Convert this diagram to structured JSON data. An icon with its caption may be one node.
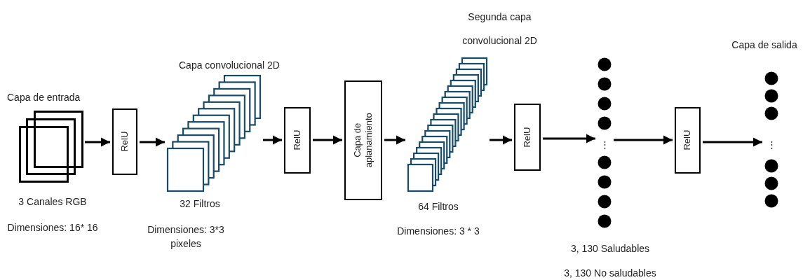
{
  "diagram": {
    "nodes": [
      {
        "text": [
          "Capa de entrada"
        ],
        "beside": [
          "3 Canales RGB",
          "Dimensiones: 16* 16"
        ]
      },
      {
        "text": [
          "RelU"
        ]
      },
      {
        "text": [
          "Capa convolucional 2D"
        ],
        "beside": [
          "32 Filtros",
          "Dimensiones: 3*3 pixeles"
        ]
      },
      {
        "text": [
          "RelU"
        ]
      },
      {
        "text": [
          "Capa de aplanamiento"
        ]
      },
      {
        "text": [
          "Segunda capa convolucional 2D"
        ],
        "beside": [
          "64 Filtros",
          "Dimensiones: 3 * 3"
        ]
      },
      {
        "text": [
          "RelU"
        ]
      },
      {
        "text": [
          "⋮"
        ],
        "beside": [
          "3, 130 Saludables",
          "3, 130 No saludables"
        ]
      },
      {
        "text": [
          "RelU"
        ]
      },
      {
        "text": [
          "Capa de salida",
          "⋮"
        ]
      }
    ],
    "edges": [
      {
        "from": 0,
        "to": 1,
        "arrow": "to"
      },
      {
        "from": 1,
        "to": 2,
        "arrow": "to"
      },
      {
        "from": 2,
        "to": 3,
        "arrow": "to"
      },
      {
        "from": 3,
        "to": 4,
        "arrow": "to"
      },
      {
        "from": 4,
        "to": 5,
        "arrow": "to"
      },
      {
        "from": 5,
        "to": 6,
        "arrow": "to"
      },
      {
        "from": 6,
        "to": 7,
        "arrow": "to"
      },
      {
        "from": 7,
        "to": 8,
        "arrow": "to"
      },
      {
        "from": 8,
        "to": 9,
        "arrow": "to"
      }
    ]
  }
}
